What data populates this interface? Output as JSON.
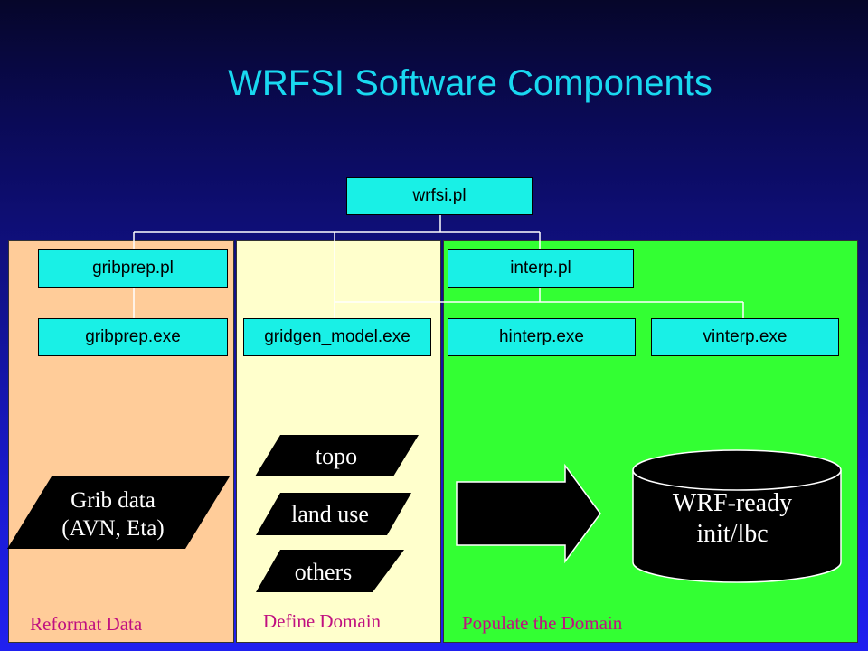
{
  "title": "WRFSI Software Components",
  "boxes": {
    "wrfsi": "wrfsi.pl",
    "gribprep_pl": "gribprep.pl",
    "gribprep_exe": "gribprep.exe",
    "interp_pl": "interp.pl",
    "gridgen": "gridgen_model.exe",
    "hinterp": "hinterp.exe",
    "vinterp": "vinterp.exe"
  },
  "data_shapes": {
    "grib_line1": "Grib data",
    "grib_line2": "(AVN, Eta)",
    "topo": "topo",
    "land_use": "land use",
    "others": "others"
  },
  "output": {
    "line1": "WRF-ready",
    "line2": "init/lbc"
  },
  "panels": {
    "reformat": "Reformat Data",
    "define": "Define Domain",
    "populate": "Populate the Domain"
  },
  "colors": {
    "title": "#19d8f0",
    "box_fill": "#19f0e6",
    "panel_reformat": "#ffcc99",
    "panel_define": "#ffffcc",
    "panel_populate": "#33ff33",
    "panel_label": "#c01080"
  }
}
